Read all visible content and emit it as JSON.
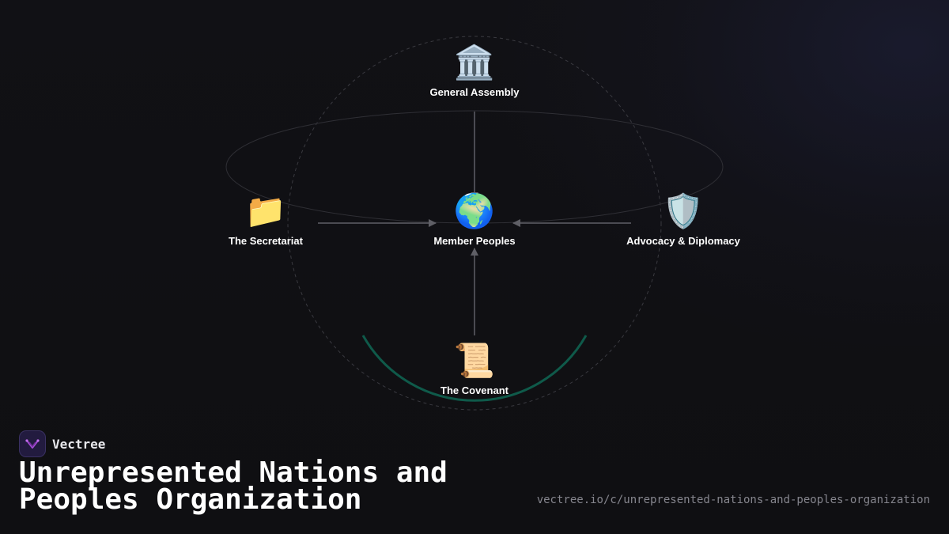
{
  "diagram": {
    "center": {
      "label": "Member Peoples",
      "icon": "globe-icon",
      "glyph": "🌍"
    },
    "top": {
      "label": "General Assembly",
      "icon": "classical-building-icon",
      "glyph": "🏛️"
    },
    "left": {
      "label": "The Secretariat",
      "icon": "folder-icon",
      "glyph": "📁"
    },
    "right": {
      "label": "Advocacy & Diplomacy",
      "icon": "shield-icon",
      "glyph": "🛡️"
    },
    "bottom": {
      "label": "The Covenant",
      "icon": "scroll-icon",
      "glyph": "📜"
    }
  },
  "brand": {
    "name": "Vectree",
    "icon": "vectree-logo-icon"
  },
  "title": "Unrepresented Nations and Peoples Organization",
  "url": "vectree.io/c/unrepresented-nations-and-peoples-organization",
  "colors": {
    "background": "#111114",
    "arrow": "#5a5a60",
    "dashed_circle": "#3c3c42",
    "accent_arc": "#0f5a4a",
    "logo_bg": "#221b3f",
    "logo_mark": "#a64bd6"
  }
}
